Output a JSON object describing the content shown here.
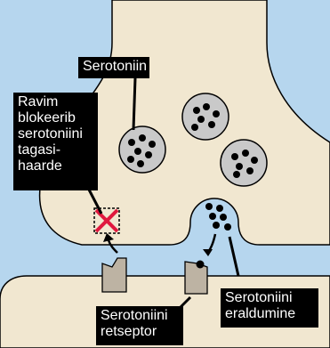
{
  "colors": {
    "background": "#b6d6ee",
    "neuron": "#f1e7d0",
    "vesicle": "#c9c9c9",
    "receptor": "#bdb3a3",
    "blocked_x": "#e0183e"
  },
  "labels": {
    "serotonin": "Serotoniin",
    "drug_blocks": "Ravim\nblokeerib\nserotoniini\ntagasi-\nhaarde",
    "release": "Serotoniini\neraldumine",
    "receptor": "Serotoniini\nretseptor"
  }
}
